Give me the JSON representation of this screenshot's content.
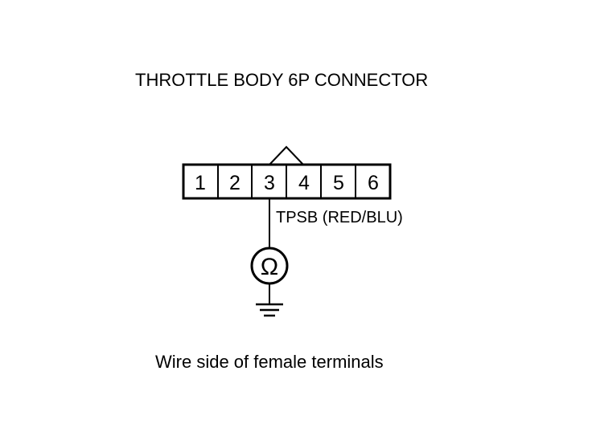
{
  "title": "THROTTLE BODY 6P CONNECTOR",
  "connector": {
    "pins": [
      "1",
      "2",
      "3",
      "4",
      "5",
      "6"
    ],
    "probed_pin": "3"
  },
  "wire_label": "TPSB (RED/BLU)",
  "meter_symbol": "Ω",
  "footer": "Wire side of female terminals",
  "colors": {
    "line": "#000000",
    "background": "#ffffff"
  }
}
